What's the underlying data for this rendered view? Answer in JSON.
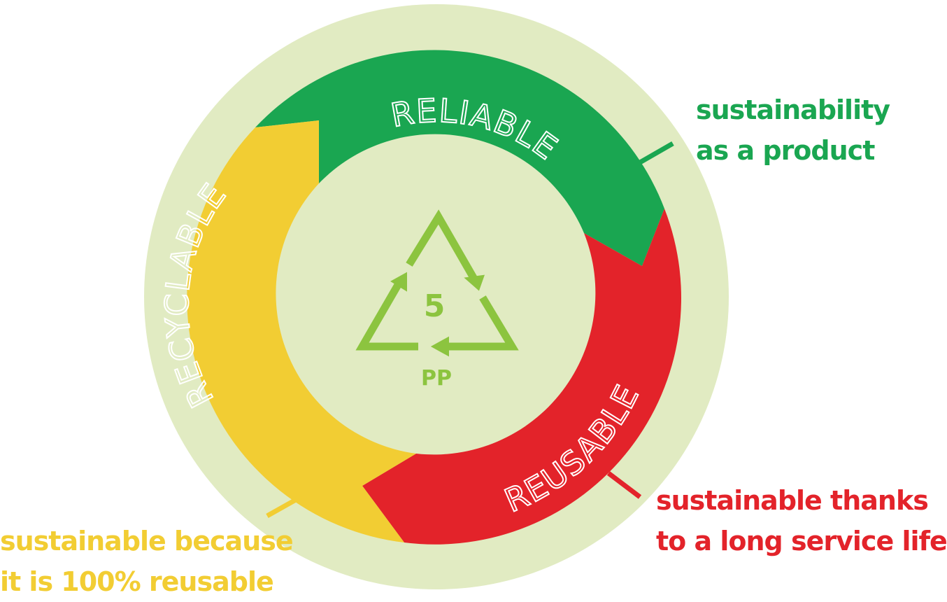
{
  "colors": {
    "green": "#1aa651",
    "red": "#e3232a",
    "yellow": "#f2cd33",
    "background_ring": "#e1ebc2",
    "symbol": "#8cc43f"
  },
  "segments": {
    "reliable": "RELIABLE",
    "reusable": "REUSABLE",
    "recyclable": "RECYCLABLE"
  },
  "symbol": {
    "icon": "recycle-triangle-icon",
    "number": "5",
    "material": "PP"
  },
  "captions": {
    "green": [
      "sustainability",
      "as a product"
    ],
    "red": [
      "sustainable thanks",
      "to a long service life"
    ],
    "yellow": [
      "sustainable because",
      "it is 100% reusable"
    ]
  }
}
